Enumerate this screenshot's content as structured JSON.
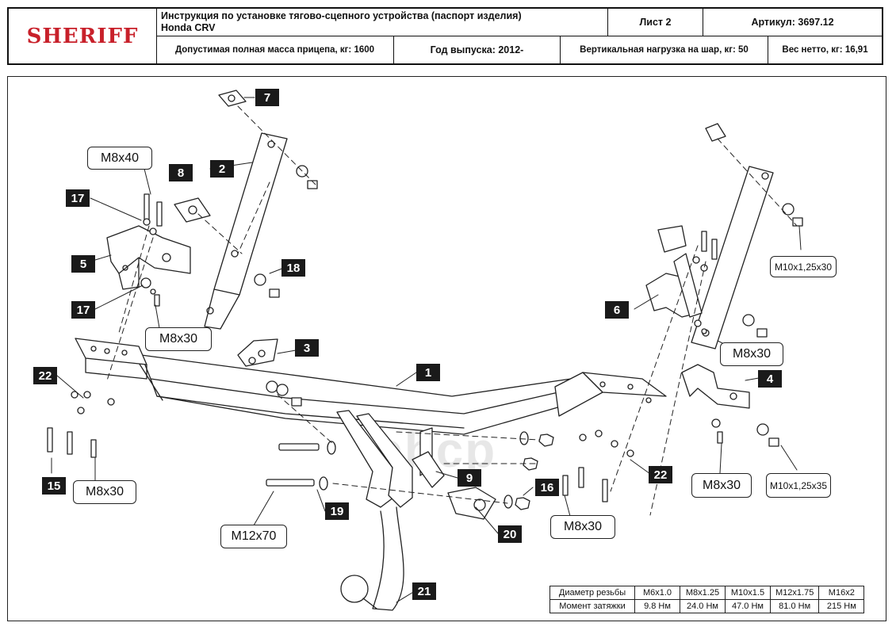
{
  "header": {
    "brand": "SHERIFF",
    "title_line1": "Инструкция по установке тягово-сцепного устройства (паспорт изделия)",
    "title_line2": "Honda CRV",
    "sheet": "Лист 2",
    "article": "Артикул: 3697.12",
    "max_trailer_mass": "Допустимая полная масса прицепа, кг: 1600",
    "year": "Год выпуска: 2012-",
    "vertical_load": "Вертикальная нагрузка на шар, кг: 50",
    "net_weight": "Вес нетто, кг: 16,91"
  },
  "callouts": {
    "c1": "1",
    "c2": "2",
    "c3": "3",
    "c4": "4",
    "c5": "5",
    "c6": "6",
    "c7": "7",
    "c8": "8",
    "c9": "9",
    "c15": "15",
    "c16": "16",
    "c17a": "17",
    "c17b": "17",
    "c18": "18",
    "c19": "19",
    "c20": "20",
    "c21": "21",
    "c22a": "22",
    "c22b": "22"
  },
  "specs": {
    "m8x40": "M8x40",
    "m8x30_left_mid": "M8x30",
    "m8x30_left_low": "M8x30",
    "m12x70": "M12x70",
    "m8x30_center": "M8x30",
    "m8x30_right_mid": "M8x30",
    "m8x30_right_low": "M8x30",
    "m10x125x30": "M10x1,25x30",
    "m10x125x35": "M10x1,25x35"
  },
  "watermark": "obcp",
  "torque_table": {
    "row1_label": "Диаметр резьбы",
    "row2_label": "Момент затяжки",
    "sizes": [
      "M6x1.0",
      "M8x1.25",
      "M10x1.5",
      "M12x1.75",
      "M16x2"
    ],
    "torques": [
      "9.8 Нм",
      "24.0 Нм",
      "47.0 Нм",
      "81.0 Нм",
      "215 Нм"
    ]
  }
}
